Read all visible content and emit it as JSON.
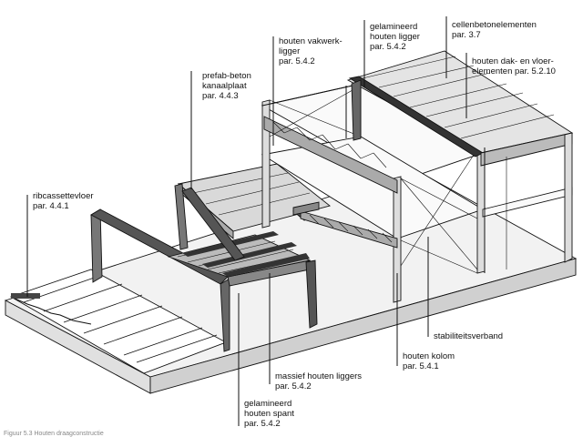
{
  "labels": {
    "houten_vakwerkligger": [
      "houten vakwerk-",
      "ligger",
      "par. 5.4.2"
    ],
    "gelamineerd_houten_ligger": [
      "gelamineerd",
      "houten ligger",
      "par. 5.4.2"
    ],
    "cellenbetonelementen": [
      "cellenbetonelementen",
      "par. 3.7"
    ],
    "houten_dak_vloerelementen": [
      "houten dak- en vloer-",
      "elementen par. 5.2.10"
    ],
    "prefab_beton_kanaalplaat": [
      "prefab-beton",
      "kanaalplaat",
      "par. 4.4.3"
    ],
    "ribcassettevloer": [
      "ribcassettevloer",
      "par. 4.4.1"
    ],
    "stabiliteitsverband": [
      "stabiliteitsverband"
    ],
    "houten_kolom": [
      "houten kolom",
      "par. 5.4.1"
    ],
    "massief_houten_liggers": [
      "massief houten liggers",
      "par. 5.4.2"
    ],
    "gelamineerd_houten_spant": [
      "gelamineerd",
      "houten spant",
      "par. 5.4.2"
    ]
  },
  "caption": "Figuur 5.3 Houten draagconstructie"
}
